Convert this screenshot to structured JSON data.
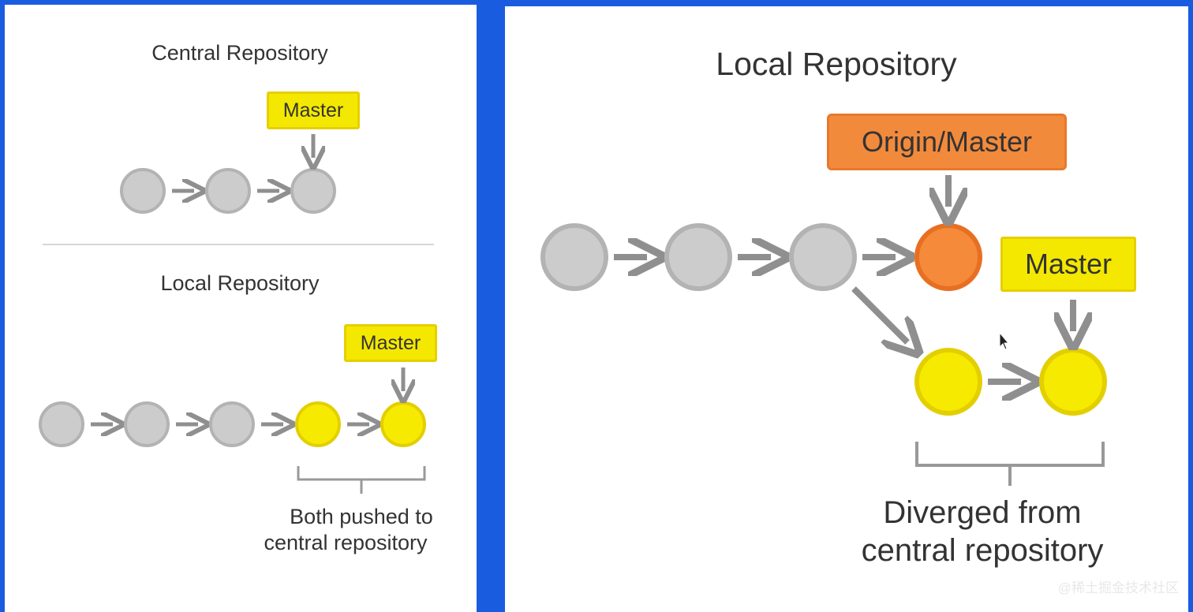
{
  "left": {
    "central_title": "Central Repository",
    "central_master_tag": "Master",
    "local_title": "Local Repository",
    "local_master_tag": "Master",
    "local_note_line1": "Both pushed to",
    "local_note_line2": "central repository"
  },
  "right": {
    "title": "Local Repository",
    "origin_master_tag": "Origin/Master",
    "master_tag": "Master",
    "note_line1": "Diverged from",
    "note_line2": "central repository"
  },
  "watermark": "@稀土掘金技术社区",
  "colors": {
    "background": "#1a5ce0",
    "commit_gray": "#cccccc",
    "commit_yellow": "#f6ea00",
    "commit_orange": "#f48a3a",
    "arrow_gray": "#8f8f8f"
  }
}
